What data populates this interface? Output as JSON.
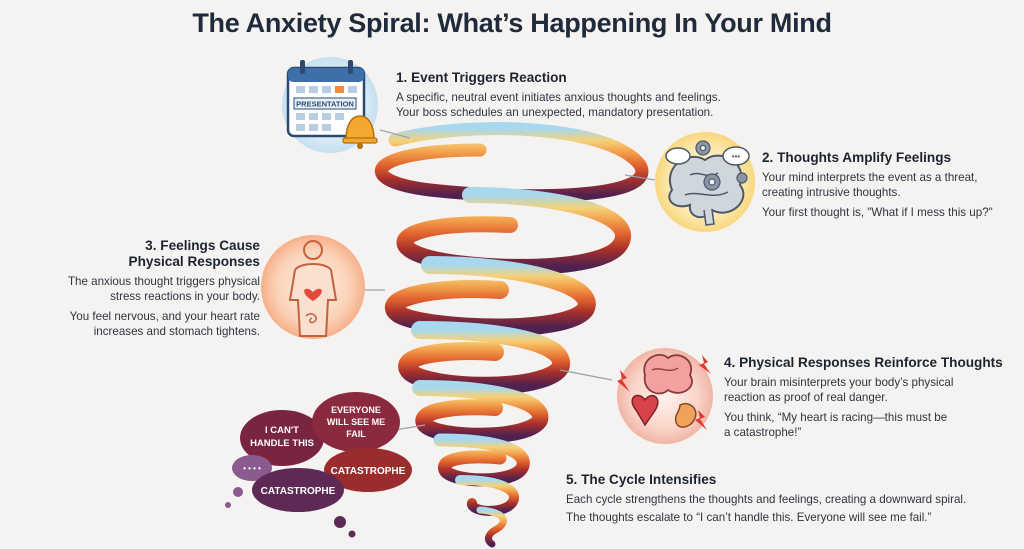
{
  "title": "The Anxiety Spiral: What’s Happening In Your Mind",
  "steps": [
    {
      "heading": "1. Event Triggers Reaction",
      "lines": [
        "A specific, neutral event initiates anxious thoughts and feelings.",
        "Your boss schedules an unexpected, mandatory presentation."
      ]
    },
    {
      "heading": "2. Thoughts Amplify Feelings",
      "lines": [
        "Your mind interprets the event as a threat,",
        "creating intrusive thoughts.",
        "Your first thought is, \"What if I mess this up?\""
      ]
    },
    {
      "heading_lines": [
        "3. Feelings Cause",
        "Physical Responses"
      ],
      "lines": [
        "The anxious thought triggers physical",
        "stress reactions in your body.",
        "You feel nervous, and your heart rate",
        "increases and stomach tightens."
      ]
    },
    {
      "heading": "4. Physical Responses Reinforce Thoughts",
      "lines": [
        "Your brain misinterprets your body’s physical",
        "reaction as proof of real danger.",
        "You think, “My heart is racing—this must be",
        "a catastrophe!”"
      ]
    },
    {
      "heading": "5. The Cycle Intensifies",
      "lines": [
        "Each cycle strengthens the thoughts and feelings, creating a downward spiral.",
        "The thoughts escalate to “I can’t handle this. Everyone will see me fail.”"
      ]
    }
  ],
  "calendar_label": "PRESENTATION",
  "bubbles": {
    "b1": [
      "I CAN'T",
      "HANDLE THIS"
    ],
    "b2": [
      "EVERYONE",
      "WILL SEE ME",
      "FAIL"
    ],
    "b3": "CATASTROPHE",
    "b4": "CATASTROPHE",
    "b5": "• • • •"
  },
  "colors": {
    "spiral_top": "#9fd3ea",
    "spiral_mid": "#f08a3c",
    "spiral_low": "#b5372a",
    "spiral_bottom": "#5a2450",
    "bubble": "#7a2540"
  }
}
